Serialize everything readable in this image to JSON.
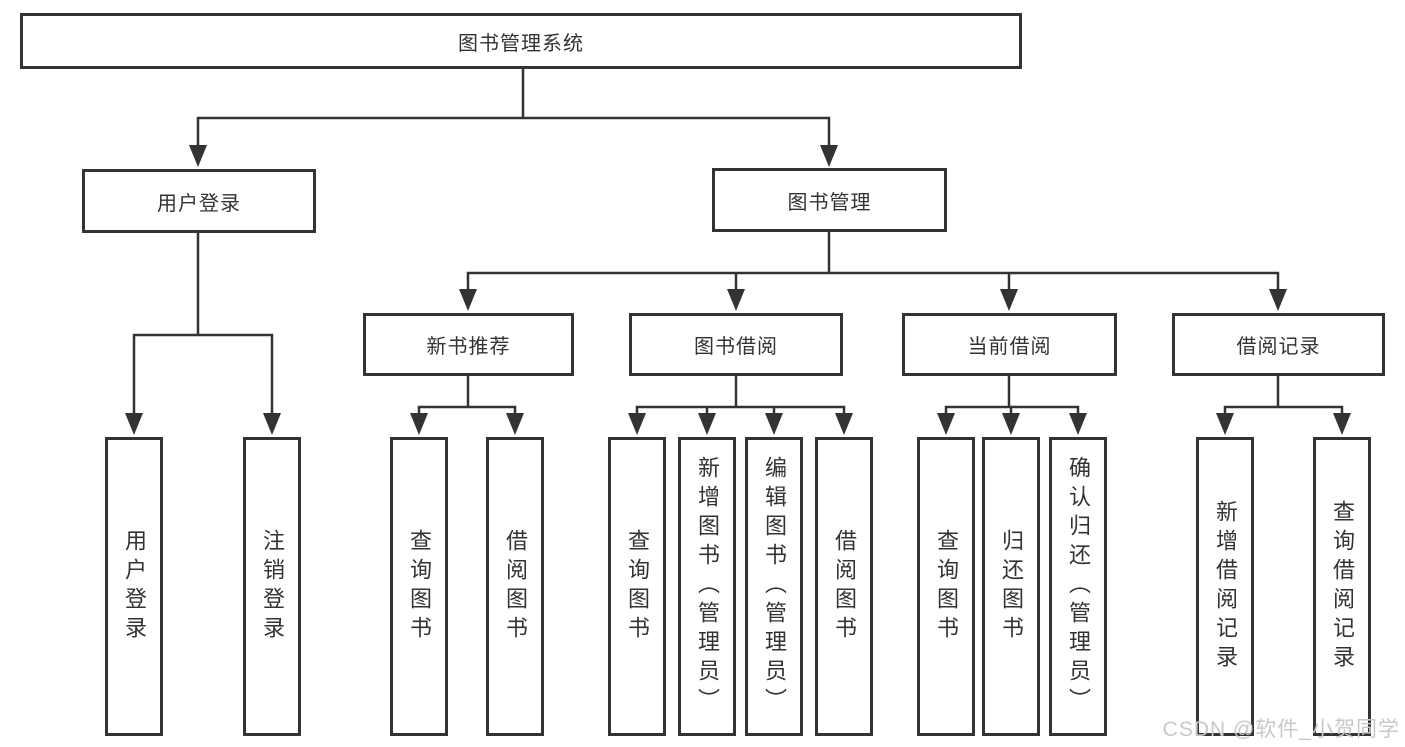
{
  "diagram": {
    "root_label": "图书管理系统",
    "level2": [
      "用户登录",
      "图书管理"
    ],
    "level3": [
      "新书推荐",
      "图书借阅",
      "当前借阅",
      "借阅记录"
    ],
    "leaves_user_login": [
      "用户登录",
      "注销登录"
    ],
    "leaves_new_books": [
      "查询图书",
      "借阅图书"
    ],
    "leaves_book_borrow": [
      "查询图书",
      "新增图书（管理员）",
      "编辑图书（管理员）",
      "借阅图书"
    ],
    "leaves_current_borrow": [
      "查询图书",
      "归还图书",
      "确认归还（管理员）"
    ],
    "leaves_borrow_records": [
      "新增借阅记录",
      "查询借阅记录"
    ]
  },
  "watermark": "CSDN @软件_小贺同学",
  "colors": {
    "line": "#333333",
    "text": "#333333",
    "box_background": "#ffffff",
    "watermark": "#c8c8c8",
    "background": "#ffffff"
  }
}
